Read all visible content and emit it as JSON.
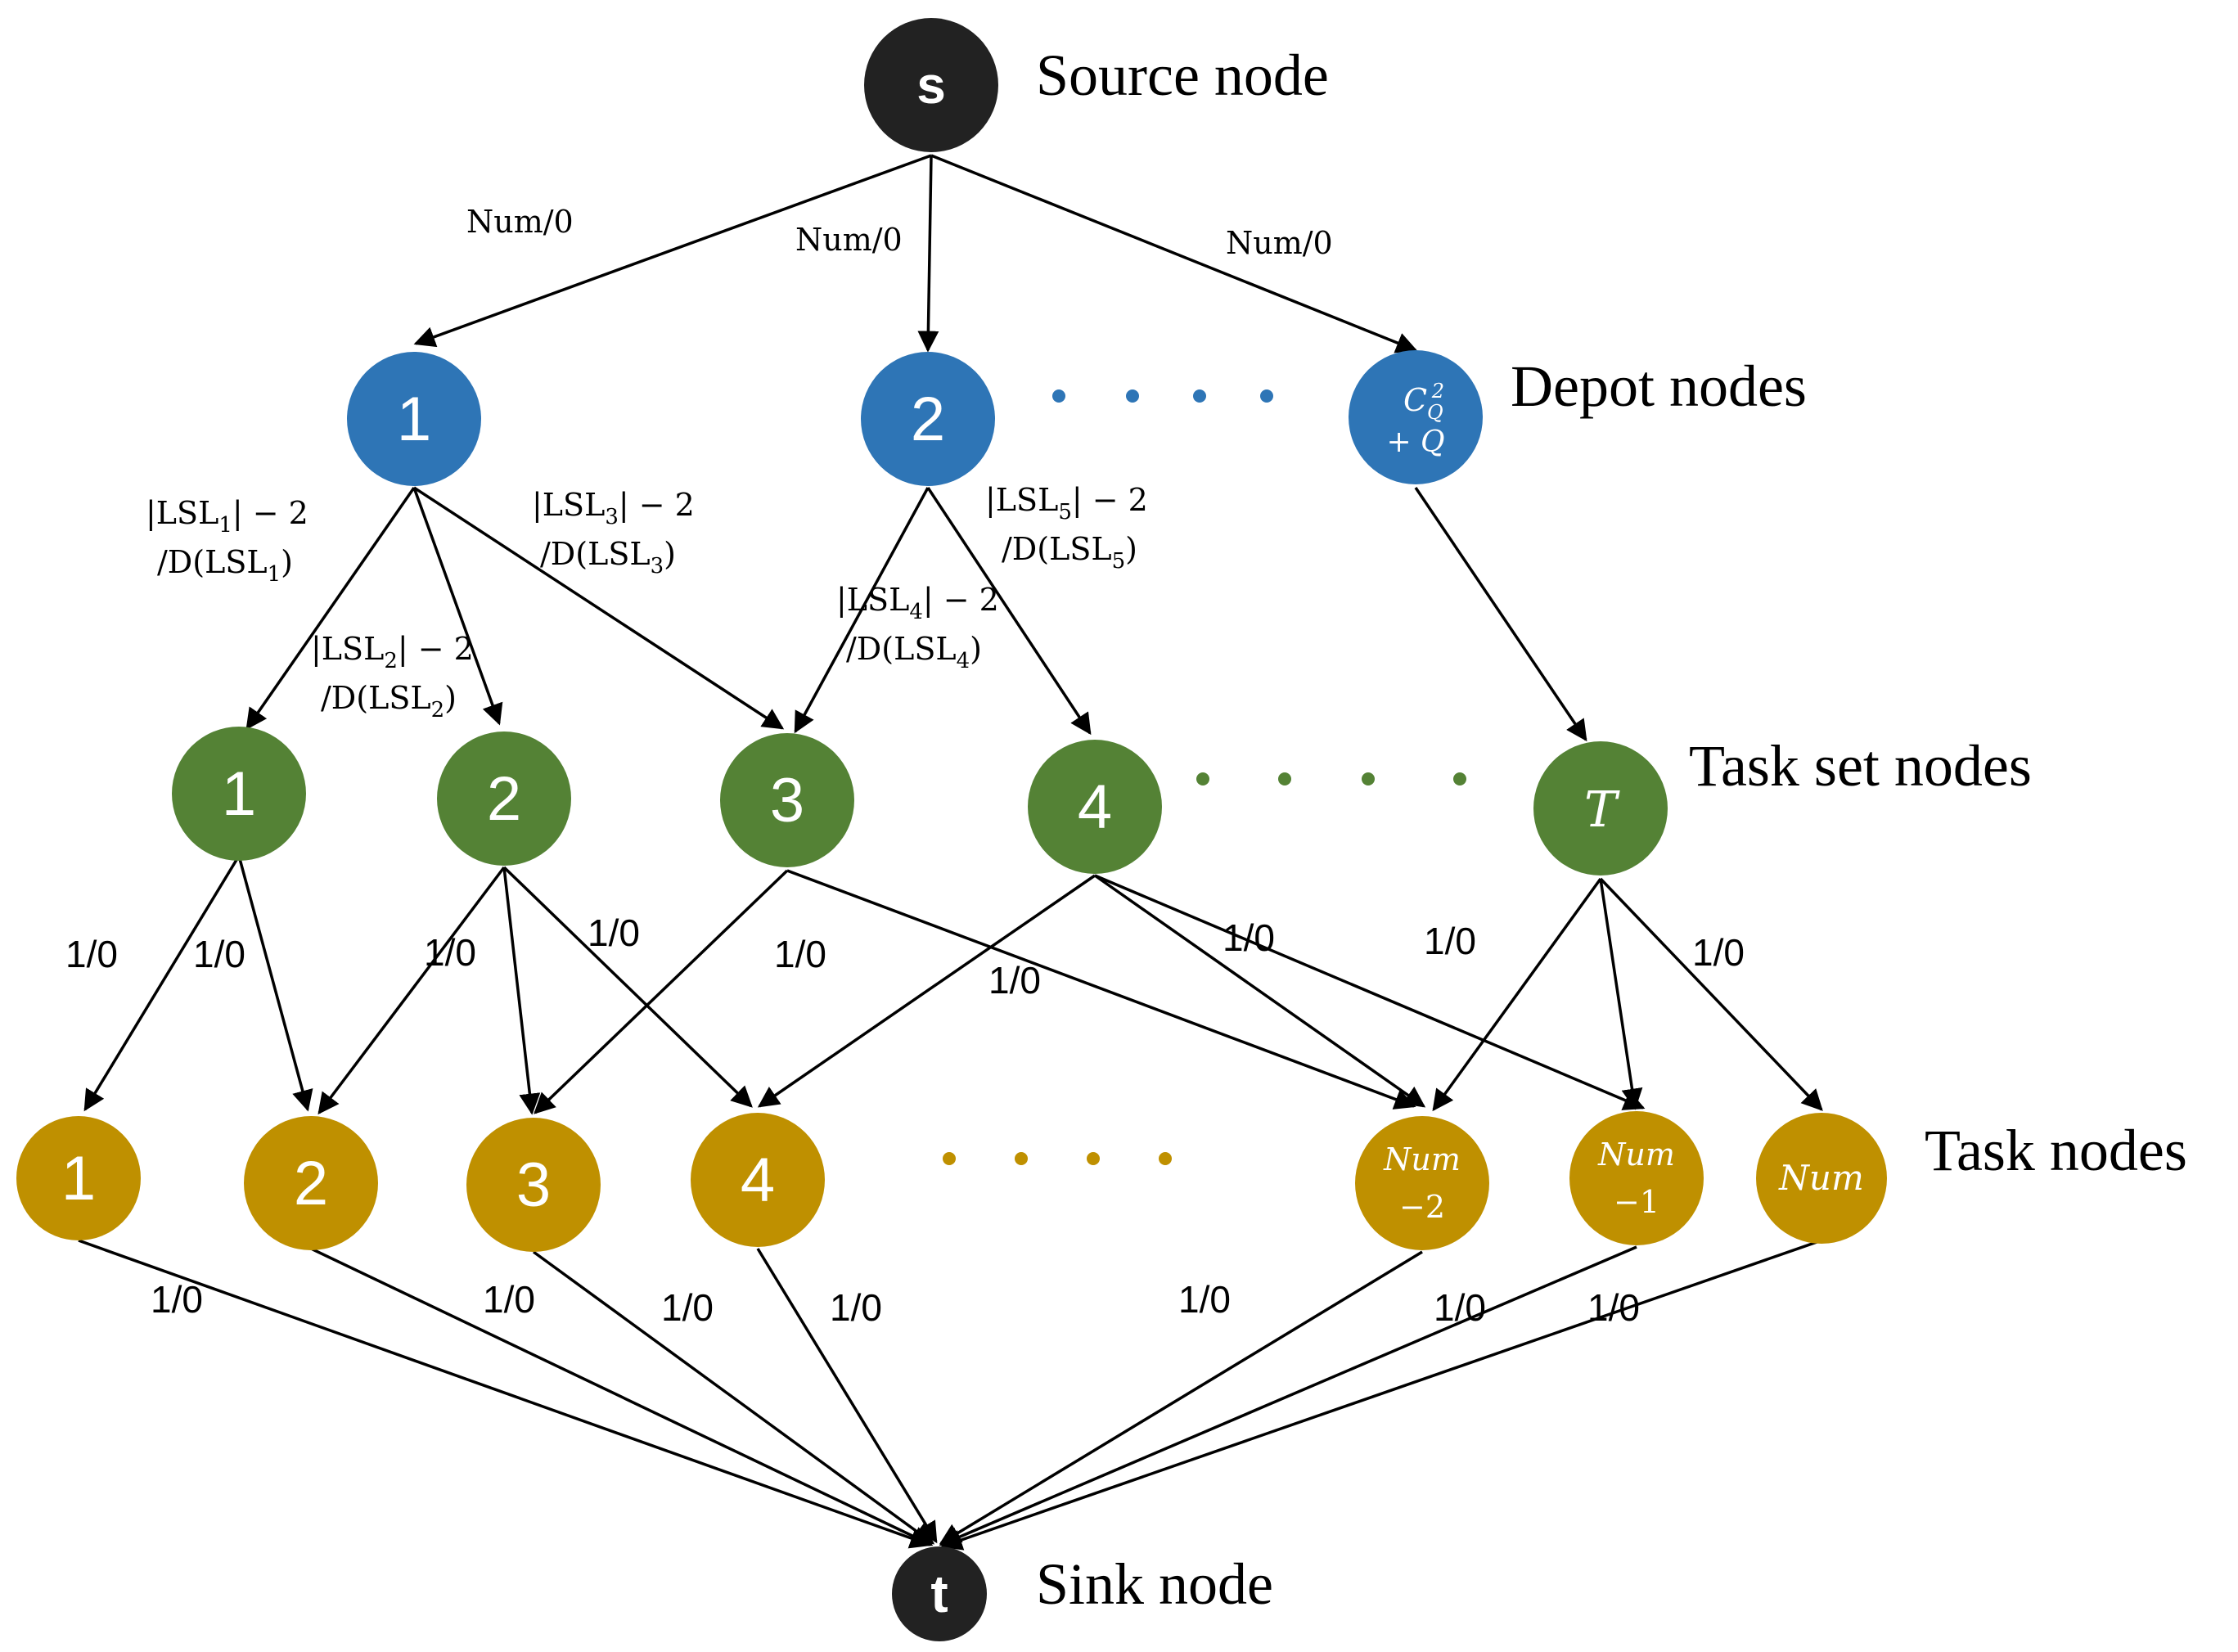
{
  "colors": {
    "source_sink": "#222222",
    "depot": "#2e75b6",
    "task_set": "#548235",
    "task": "#bf9000"
  },
  "tiers": {
    "source": "Source node",
    "depot": "Depot nodes",
    "task_set": "Task set nodes",
    "task": "Task nodes",
    "sink": "Sink node"
  },
  "nodes": {
    "source": "s",
    "sink": "t",
    "depot": {
      "d1": "1",
      "d2": "2",
      "dlast_top": "C",
      "dlast_sub": "Q",
      "dlast_sup": "2",
      "dlast_bottom": "+ Q"
    },
    "task_set": {
      "ts1": "1",
      "ts2": "2",
      "ts3": "3",
      "ts4": "4",
      "tsT": "T"
    },
    "task": {
      "t1": "1",
      "t2": "2",
      "t3": "3",
      "t4": "4",
      "tn2_top": "Num",
      "tn2_bottom": "−2",
      "tn1_top": "Num",
      "tn1_bottom": "−1",
      "tn": "Num"
    }
  },
  "edge_labels": {
    "s_d1": "Num/0",
    "s_d2": "Num/0",
    "s_d3": "Num/0",
    "lsl": [
      {
        "base": "|LSL",
        "sub": "1",
        "rest": "| − 2",
        "den_base": "/D(LSL",
        "den_sub": "1",
        "den_rest": ")"
      },
      {
        "base": "|LSL",
        "sub": "2",
        "rest": "| − 2",
        "den_base": "/D(LSL",
        "den_sub": "2",
        "den_rest": ")"
      },
      {
        "base": "|LSL",
        "sub": "3",
        "rest": "| − 2",
        "den_base": "/D(LSL",
        "den_sub": "3",
        "den_rest": ")"
      },
      {
        "base": "|LSL",
        "sub": "4",
        "rest": "| − 2",
        "den_base": "/D(LSL",
        "den_sub": "4",
        "den_rest": ")"
      },
      {
        "base": "|LSL",
        "sub": "5",
        "rest": "| − 2",
        "den_base": "/D(LSL",
        "den_sub": "5",
        "den_rest": ")"
      }
    ],
    "unit": "1/0"
  }
}
